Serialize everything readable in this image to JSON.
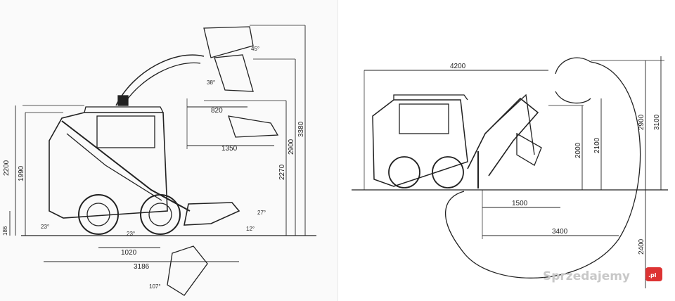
{
  "left_drawing": {
    "dimensions": {
      "d820": "820",
      "d1350": "1350",
      "d1020": "1020",
      "d3186": "3186",
      "d2200": "2200",
      "d1990": "1990",
      "d2270": "2270",
      "d2900": "2900",
      "d3380": "3380",
      "d186": "186",
      "d23a": "23°",
      "d23b": "23°",
      "d12": "12°",
      "d45": "45°",
      "d38": "38°",
      "d27": "27°",
      "d107": "107°"
    }
  },
  "right_drawing": {
    "dimensions": {
      "d4200": "4200",
      "d1500": "1500",
      "d3400": "3400",
      "d2000": "2000",
      "d2100": "2100",
      "d2900": "2900",
      "d3100": "3100",
      "d2400": "2400"
    }
  },
  "watermark": {
    "text": "Sprzedajemy",
    "badge": ".pl"
  }
}
